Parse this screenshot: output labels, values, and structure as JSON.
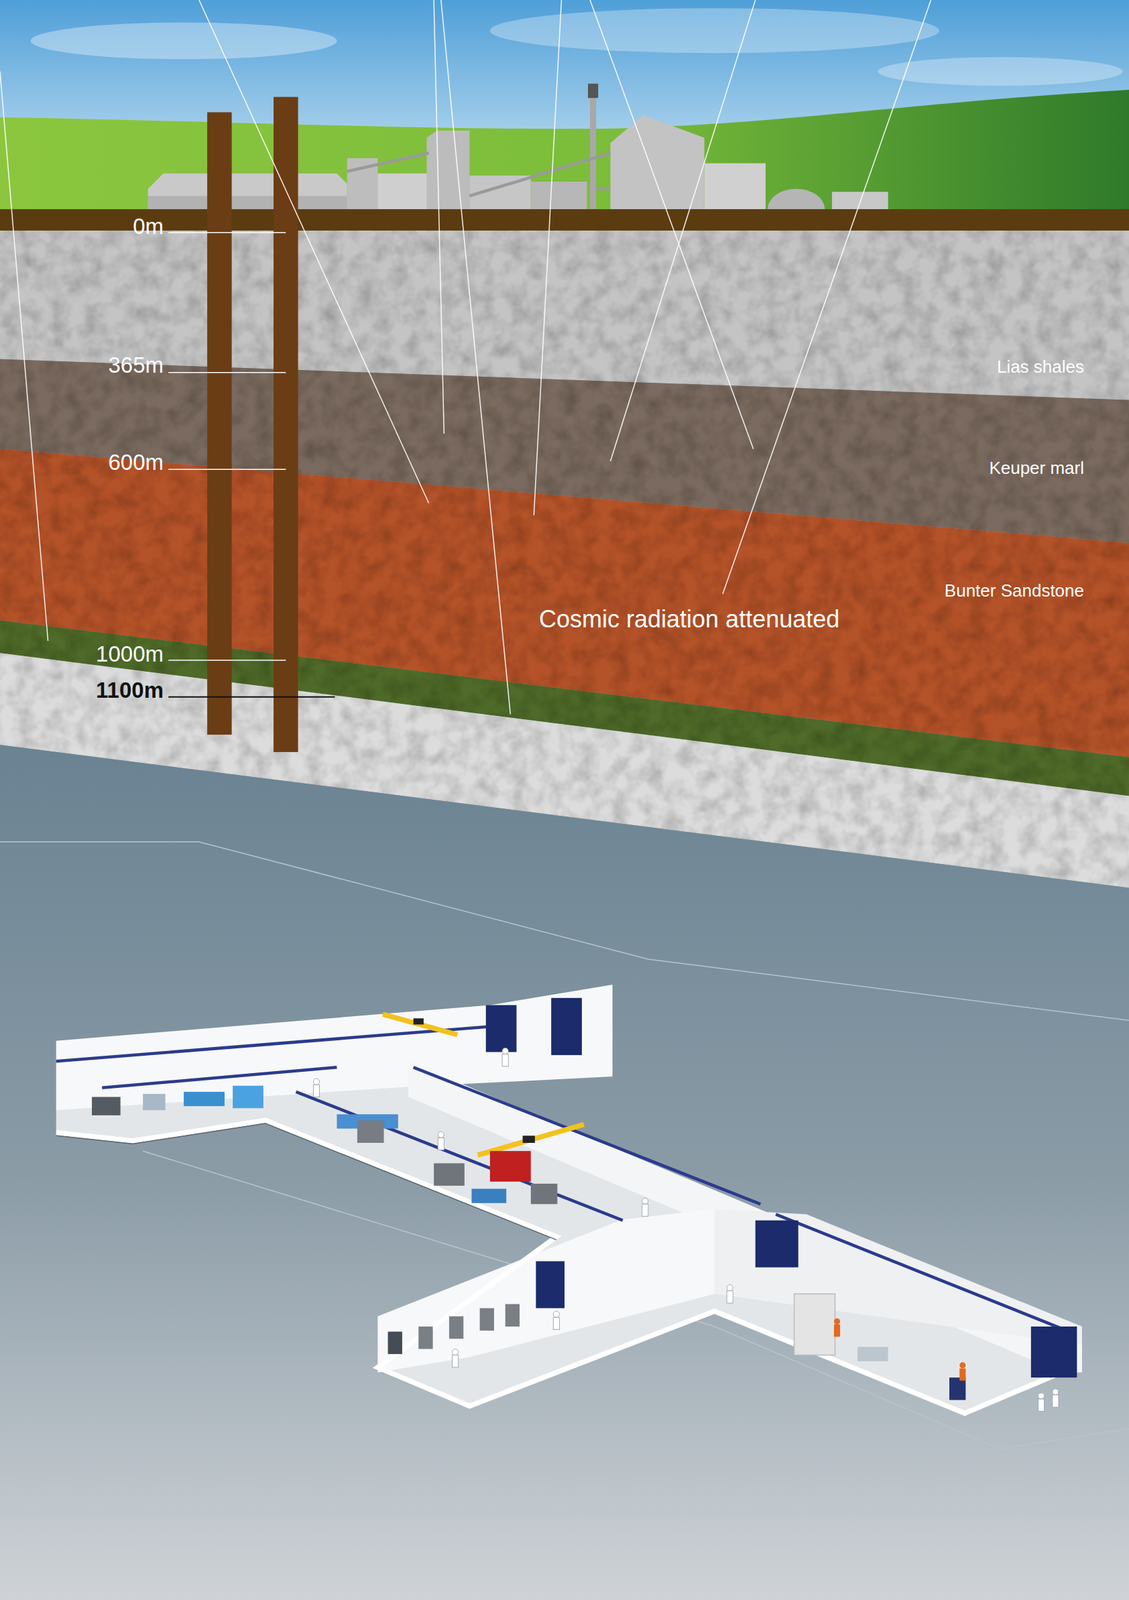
{
  "diagram": {
    "labels": [
      "0m",
      "365m",
      "Lias shales",
      "600m",
      "Keuper marl",
      "Bunter Sandstone",
      "Cosmic radiation attenuated",
      "1000m",
      "1100m"
    ]
  }
}
